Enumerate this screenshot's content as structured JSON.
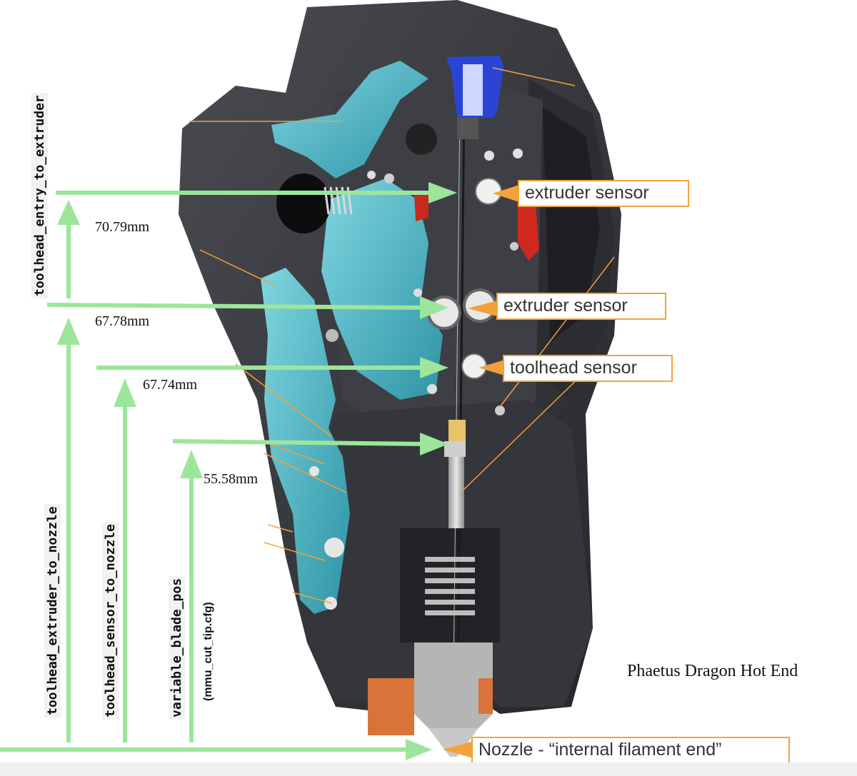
{
  "dimension_labels": [
    "toolhead_entry_to_extruder",
    "toolhead_extruder_to_nozzle",
    "toolhead_sensor_to_nozzle",
    "variable_blade_pos",
    "(mmu_cut_tip.cfg)"
  ],
  "measurements": [
    "70.79mm",
    "67.78mm",
    "67.74mm",
    "55.58mm"
  ],
  "callouts": [
    "extruder sensor",
    "extruder sensor",
    "toolhead sensor",
    "Nozzle - “internal filament end”"
  ],
  "note": "Phaetus Dragon Hot End",
  "colors": {
    "arrow_green": "#9be69b",
    "callout_orange": "#f2a23a",
    "body_dark": "#3a3b40",
    "teal_parts": "#45b3c4",
    "blue_part": "#2a45d6",
    "red_part": "#d0281e",
    "copper_part": "#d8733a"
  }
}
